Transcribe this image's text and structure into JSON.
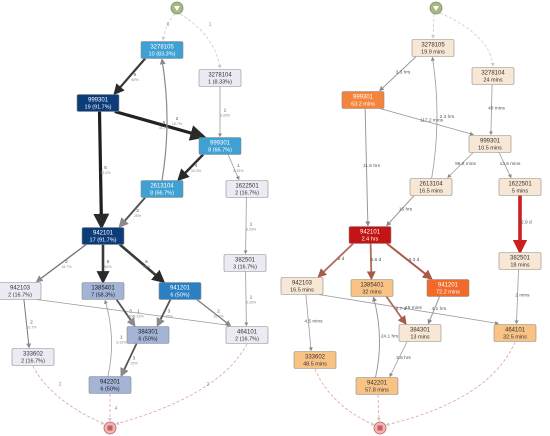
{
  "left_map": {
    "nodes": [
      {
        "key": "L3278105",
        "id": "3278105",
        "value": "10",
        "pct": "(83.3%)",
        "fill": "#3fa0d4",
        "text": "#ffffff"
      },
      {
        "key": "L3278104",
        "id": "3278104",
        "value": "1",
        "pct": "(8.33%)",
        "fill": "#ecebf4",
        "text": "#333333"
      },
      {
        "key": "L999301",
        "id": "999301",
        "value": "19",
        "pct": "(91.7%)",
        "fill": "#0d3c7a",
        "text": "#ffffff"
      },
      {
        "key": "L999301b",
        "id": "999301",
        "value": "8",
        "pct": "(66.7%)",
        "fill": "#3fa0d4",
        "text": "#ffffff"
      },
      {
        "key": "L2613104",
        "id": "2613104",
        "value": "8",
        "pct": "(66.7%)",
        "fill": "#3fa0d4",
        "text": "#ffffff"
      },
      {
        "key": "L1622501",
        "id": "1622501",
        "value": "2",
        "pct": "(16.7%)",
        "fill": "#ecebf4",
        "text": "#333333"
      },
      {
        "key": "L942101",
        "id": "942101",
        "value": "17",
        "pct": "(91.7%)",
        "fill": "#0d3c7a",
        "text": "#ffffff"
      },
      {
        "key": "L382501",
        "id": "382501",
        "value": "3",
        "pct": "(16.7%)",
        "fill": "#ecebf4",
        "text": "#333333"
      },
      {
        "key": "L942103",
        "id": "942103",
        "value": "2",
        "pct": "(16.7%)",
        "fill": "#ecebf4",
        "text": "#333333"
      },
      {
        "key": "L1385401",
        "id": "1385401",
        "value": "7",
        "pct": "(58.3%)",
        "fill": "#a4b4d6",
        "text": "#1a1a1a"
      },
      {
        "key": "L941201",
        "id": "941201",
        "value": "6",
        "pct": "(50%)",
        "fill": "#2b7fc3",
        "text": "#ffffff"
      },
      {
        "key": "L384301",
        "id": "384301",
        "value": "6",
        "pct": "(50%)",
        "fill": "#a4b4d6",
        "text": "#1a1a1a"
      },
      {
        "key": "L464101",
        "id": "464101",
        "value": "2",
        "pct": "(16.7%)",
        "fill": "#ecebf4",
        "text": "#333333"
      },
      {
        "key": "L333602",
        "id": "333602",
        "value": "2",
        "pct": "(16.7%)",
        "fill": "#ecebf4",
        "text": "#333333"
      },
      {
        "key": "L942201",
        "id": "942201",
        "value": "6",
        "pct": "(50%)",
        "fill": "#a4b4d6",
        "text": "#1a1a1a"
      }
    ],
    "edges": [
      {
        "from": "L3278105",
        "to": "L999301",
        "label": "6",
        "sub": "50%",
        "w": 2.2,
        "color": "#3c3c3c"
      },
      {
        "from": "L999301",
        "to": "L999301b",
        "label": "5",
        "sub": "41.7%",
        "w": 3.2,
        "color": "#222222"
      },
      {
        "from": "L999301",
        "to": "L942101",
        "label": "5",
        "sub": "33.3%",
        "w": 3.2,
        "color": "#1e1e1e"
      },
      {
        "from": "L3278104",
        "to": "L999301b",
        "label": "1",
        "sub": "8.33%",
        "w": 0.8,
        "color": "#9a9a9a"
      },
      {
        "from": "L2613104",
        "to": "L3278105",
        "label": "2",
        "sub": "16.7%",
        "w": 1.2,
        "color": "#8a8a8a"
      },
      {
        "from": "L999301b",
        "to": "L2613104",
        "label": "4",
        "sub": "33.3%",
        "w": 2.4,
        "color": "#2e2e2e"
      },
      {
        "from": "L999301b",
        "to": "L1622501",
        "label": "1",
        "sub": "8.33%",
        "w": 0.8,
        "color": "#9a9a9a"
      },
      {
        "from": "L2613104",
        "to": "L942101",
        "label": "3",
        "sub": "25%",
        "w": 2.0,
        "color": "#555555"
      },
      {
        "from": "L1622501",
        "to": "L382501",
        "label": "1",
        "sub": "8.33%",
        "w": 0.8,
        "color": "#9a9a9a"
      },
      {
        "from": "L942101",
        "to": "L942103",
        "label": "2",
        "sub": "16.7%",
        "w": 1.4,
        "color": "#777777"
      },
      {
        "from": "L942101",
        "to": "L1385401",
        "label": "6",
        "sub": "50%",
        "w": 2.6,
        "color": "#3a3a3a"
      },
      {
        "from": "L942101",
        "to": "L941201",
        "label": "6",
        "sub": "50%",
        "w": 2.6,
        "color": "#3a3a3a"
      },
      {
        "from": "L382501",
        "to": "L464101",
        "label": "1",
        "sub": "8.33%",
        "w": 0.8,
        "color": "#9a9a9a"
      },
      {
        "from": "L942103",
        "to": "L333602",
        "label": "2",
        "sub": "16.7%",
        "w": 1.0,
        "color": "#777777"
      },
      {
        "from": "L942103",
        "to": "L464101",
        "label": "1",
        "sub": "8.33%",
        "w": 0.8,
        "color": "#9a9a9a"
      },
      {
        "from": "L1385401",
        "to": "L384301",
        "label": "3",
        "sub": "25%",
        "w": 1.8,
        "color": "#555555"
      },
      {
        "from": "L941201",
        "to": "L384301",
        "label": "3",
        "sub": "25%",
        "w": 1.8,
        "color": "#555555"
      },
      {
        "from": "L941201",
        "to": "L464101",
        "label": "2",
        "sub": "16.7%",
        "w": 1.2,
        "color": "#777777"
      },
      {
        "from": "L384301",
        "to": "L942201",
        "label": "3",
        "sub": "25%",
        "w": 1.8,
        "color": "#555555"
      },
      {
        "from": "L942201",
        "to": "L1385401",
        "label": "1",
        "sub": "8.33%",
        "w": 0.8,
        "color": "#9a9a9a"
      }
    ],
    "start": {
      "labels": [
        "6",
        "1"
      ]
    },
    "end": {
      "labels": [
        "2",
        "4",
        "2"
      ]
    }
  },
  "right_map": {
    "nodes": [
      {
        "key": "R3278105",
        "id": "3278105",
        "value": "19.9 mins",
        "fill": "#f8e7d4",
        "text": "#333333"
      },
      {
        "key": "R3278104",
        "id": "3278104",
        "value": "24 mins",
        "fill": "#f8e7d4",
        "text": "#333333"
      },
      {
        "key": "R999301",
        "id": "999301",
        "value": "63.2 mins",
        "fill": "#f4843c",
        "text": "#ffffff"
      },
      {
        "key": "R999301b",
        "id": "999301",
        "value": "10.5 mins",
        "fill": "#f8e7d4",
        "text": "#333333"
      },
      {
        "key": "R2613104",
        "id": "2613104",
        "value": "16.5 mins",
        "fill": "#f8e7d4",
        "text": "#333333"
      },
      {
        "key": "R1622501",
        "id": "1622501",
        "value": "5 mins",
        "fill": "#f8e7d4",
        "text": "#333333"
      },
      {
        "key": "R942101",
        "id": "942101",
        "value": "2.4 hrs",
        "fill": "#c41414",
        "text": "#ffffff"
      },
      {
        "key": "R382501",
        "id": "382501",
        "value": "18 mins",
        "fill": "#f8e7d4",
        "text": "#333333"
      },
      {
        "key": "R942103",
        "id": "942103",
        "value": "16.5 mins",
        "fill": "#f8e7d4",
        "text": "#333333"
      },
      {
        "key": "R1385401",
        "id": "1385401",
        "value": "32 mins",
        "fill": "#f9c386",
        "text": "#333333"
      },
      {
        "key": "R941201",
        "id": "941201",
        "value": "72.2 mins",
        "fill": "#f26a2a",
        "text": "#ffffff"
      },
      {
        "key": "R384301",
        "id": "384301",
        "value": "13 mins",
        "fill": "#f8e7d4",
        "text": "#333333"
      },
      {
        "key": "R464101",
        "id": "464101",
        "value": "32.5 mins",
        "fill": "#f9c386",
        "text": "#333333"
      },
      {
        "key": "R333602",
        "id": "333602",
        "value": "48.5 mins",
        "fill": "#f9c386",
        "text": "#333333"
      },
      {
        "key": "R942201",
        "id": "942201",
        "value": "57.8 mins",
        "fill": "#f9c386",
        "text": "#333333"
      }
    ],
    "edges": [
      {
        "from": "R3278105",
        "to": "R999301",
        "label": "3.3 hrs",
        "w": 1.0,
        "color": "#9a9a9a"
      },
      {
        "from": "R3278104",
        "to": "R999301b",
        "label": "40 mins",
        "w": 0.8,
        "color": "#9a9a9a"
      },
      {
        "from": "R999301",
        "to": "R999301b",
        "label": "117.2 mins",
        "w": 0.8,
        "color": "#9a9a9a"
      },
      {
        "from": "R999301",
        "to": "R942101",
        "label": "11.5 hrs",
        "w": 1.0,
        "color": "#9a9a9a"
      },
      {
        "from": "R2613104",
        "to": "R3278105",
        "label": "2.3 hrs",
        "w": 0.8,
        "color": "#9a9a9a"
      },
      {
        "from": "R999301b",
        "to": "R2613104",
        "label": "96.8 mins",
        "w": 0.8,
        "color": "#9a9a9a"
      },
      {
        "from": "R999301b",
        "to": "R1622501",
        "label": "13.5 mins",
        "w": 0.8,
        "color": "#9a9a9a"
      },
      {
        "from": "R2613104",
        "to": "R942101",
        "label": "15 hrs",
        "w": 1.0,
        "color": "#9a9a9a"
      },
      {
        "from": "R1622501",
        "to": "R382501",
        "label": "22.9 d",
        "w": 3.6,
        "color": "#cc1f1f",
        "emph": true
      },
      {
        "from": "R942101",
        "to": "R942103",
        "label": "5 d",
        "w": 1.8,
        "color": "#b06a5a"
      },
      {
        "from": "R942101",
        "to": "R1385401",
        "label": "5.6 d",
        "w": 1.8,
        "color": "#b06a5a"
      },
      {
        "from": "R942101",
        "to": "R941201",
        "label": "6.3 d",
        "w": 2.0,
        "color": "#b0574a"
      },
      {
        "from": "R382501",
        "to": "R464101",
        "label": "2 mins",
        "w": 0.8,
        "color": "#9a9a9a"
      },
      {
        "from": "R942103",
        "to": "R333602",
        "label": "4.5 mins",
        "w": 0.8,
        "color": "#9a9a9a"
      },
      {
        "from": "R942103",
        "to": "R464101",
        "label": "18 mins",
        "w": 0.8,
        "color": "#9a9a9a"
      },
      {
        "from": "R1385401",
        "to": "R384301",
        "label": "8.7 d",
        "w": 1.8,
        "color": "#b06a5a"
      },
      {
        "from": "R941201",
        "to": "R384301",
        "label": "4.1 hrs",
        "w": 1.0,
        "color": "#9a9a9a"
      },
      {
        "from": "R384301",
        "to": "R942201",
        "label": "3.6 hrs",
        "w": 0.8,
        "color": "#9a9a9a"
      },
      {
        "from": "R942201",
        "to": "R1385401",
        "label": "24.1 hrs",
        "w": 1.0,
        "color": "#9a9a9a"
      }
    ]
  },
  "colors": {
    "start_fill": "#a8b885",
    "start_stroke": "#7d8f5a",
    "end_fill": "#f2b3b3",
    "end_stroke": "#c46060",
    "dashed": "#cccccc",
    "dashed_end": "#e0a0a0"
  }
}
